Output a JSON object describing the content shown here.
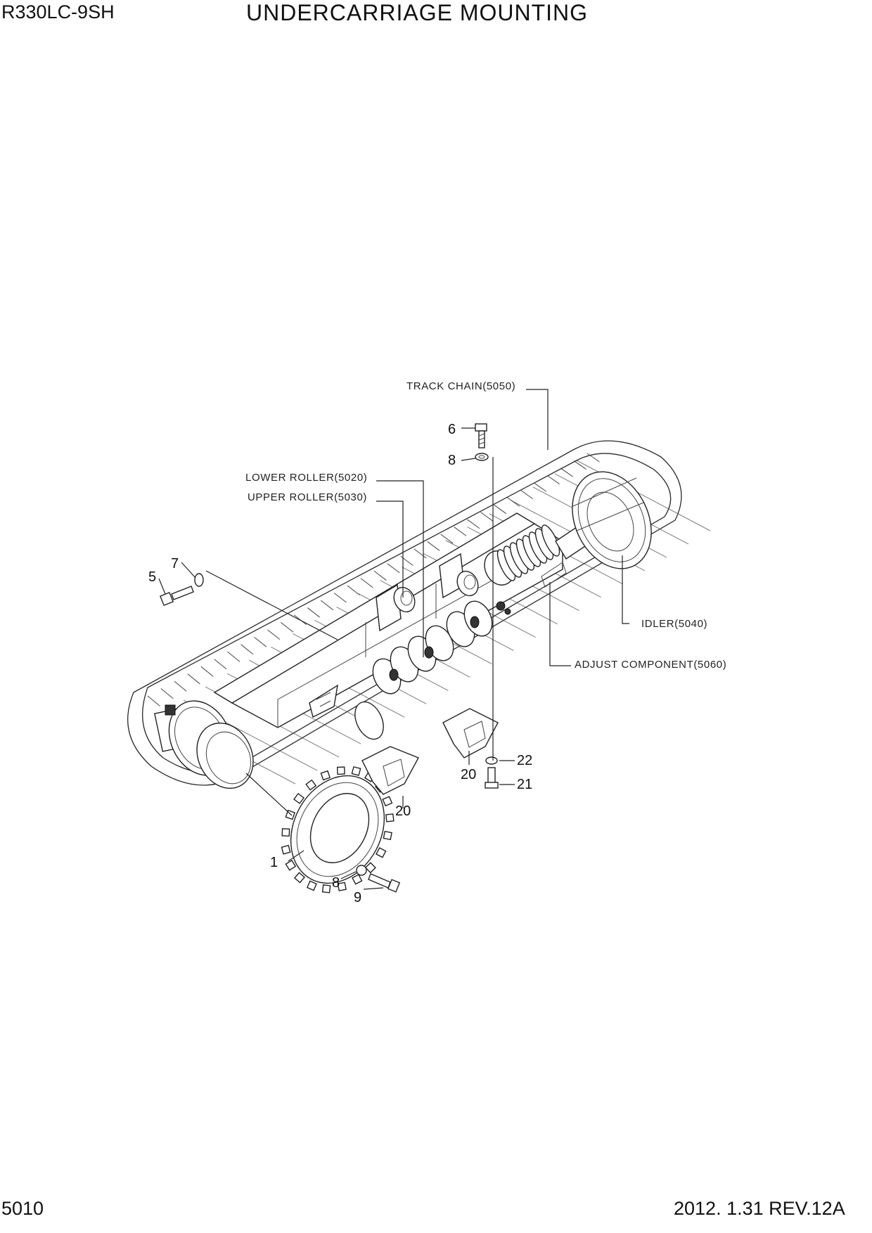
{
  "header": {
    "model": "R330LC-9SH",
    "title": "UNDERCARRIAGE MOUNTING"
  },
  "footer": {
    "page_number": "5010",
    "revision": "2012. 1.31  REV.12A"
  },
  "callouts": {
    "track_chain": "TRACK CHAIN(5050)",
    "lower_roller": "LOWER ROLLER(5020)",
    "upper_roller": "UPPER ROLLER(5030)",
    "idler": "IDLER(5040)",
    "adjust_component": "ADJUST COMPONENT(5060)"
  },
  "part_numbers": {
    "p6": "6",
    "p8_top": "8",
    "p7": "7",
    "p5": "5",
    "p22": "22",
    "p21": "21",
    "p20_right": "20",
    "p20_left": "20",
    "p1": "1",
    "p8_bottom": "8",
    "p9": "9"
  }
}
